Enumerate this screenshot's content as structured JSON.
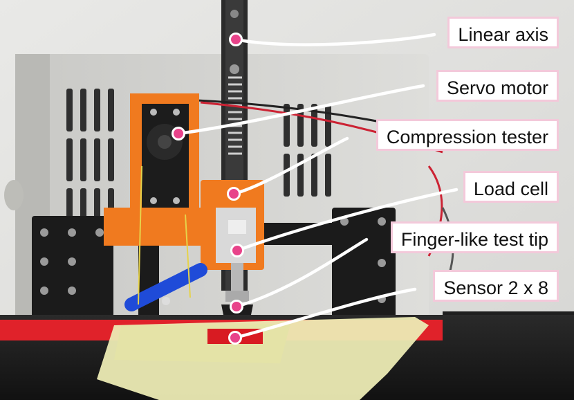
{
  "labels": {
    "linear_axis": "Linear axis",
    "servo_motor": "Servo motor",
    "compression_tester": "Compression tester",
    "load_cell": "Load cell",
    "test_tip": "Finger-like test tip",
    "sensor": "Sensor 2 x 8"
  },
  "colors": {
    "marker": "#e8438a",
    "label_border": "#f3c9da",
    "leader_line": "#ffffff"
  }
}
